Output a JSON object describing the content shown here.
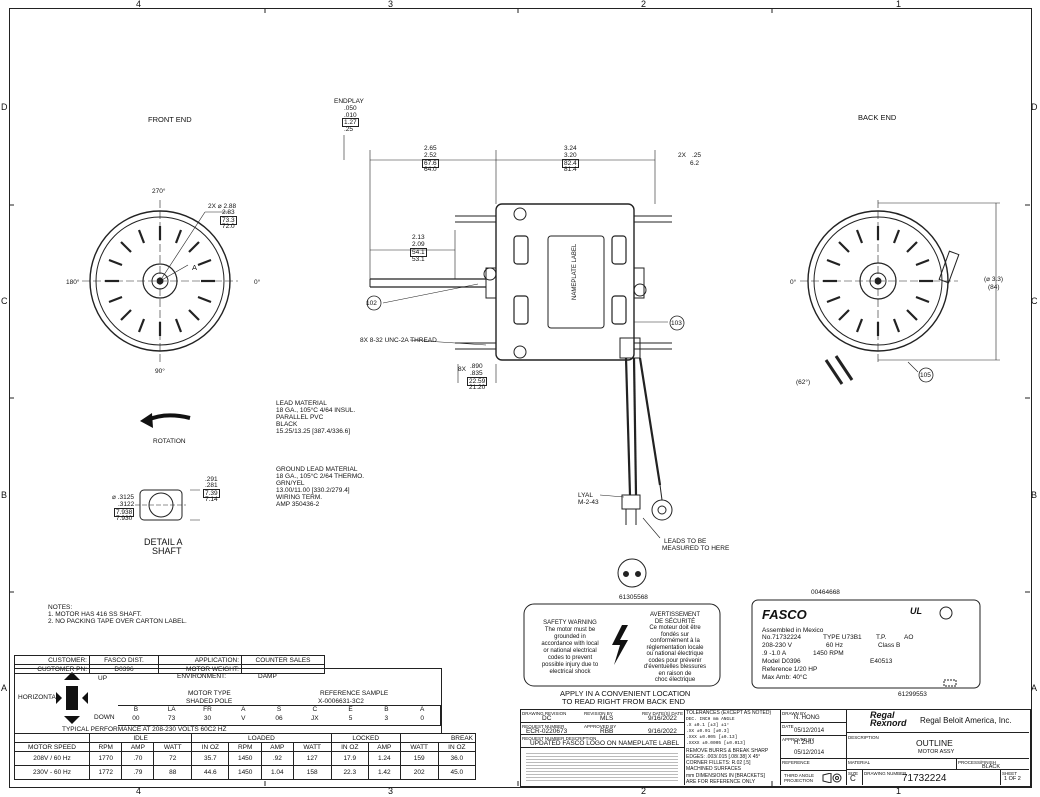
{
  "zones": {
    "top": [
      "4",
      "3",
      "2",
      "1"
    ],
    "bottom": [
      "4",
      "3",
      "2",
      "1"
    ],
    "left": [
      "D",
      "C",
      "B",
      "A"
    ],
    "right": [
      "D",
      "C",
      "B",
      "A"
    ]
  },
  "views": {
    "front": "FRONT END",
    "back": "BACK END"
  },
  "front_dims": {
    "d270": "270°",
    "d180": "180°",
    "d0": "0°",
    "d90": "90°",
    "dia_a": "2X ⌀ 2.88",
    "dia_b": "2.83",
    "dia_c": "73.3",
    "dia_d": "72.0",
    "label_a": "A"
  },
  "back_dims": {
    "d0": "0°",
    "dia_a": "(⌀ 3.3)",
    "dia_b": "(84)",
    "angle": "(62°)",
    "balloon": "105"
  },
  "side_dims": {
    "endplay": "ENDPLAY",
    "ep1": ".050",
    "ep2": ".010",
    "ep3": "1.27",
    "ep4": ".25",
    "l1a": "2.65",
    "l1b": "2.52",
    "l1c": "67.6",
    "l1d": "64.0",
    "l2a": "3.24",
    "l2b": "3.20",
    "l2c": "82.4",
    "l2d": "81.4",
    "l3a": "2X",
    "l3b": ".25",
    "l3c": "6.2",
    "l4a": "2.13",
    "l4b": "2.09",
    "l4c": "54.1",
    "l4d": "53.1",
    "thread": "8X 8-32 UNC-2A THREAD",
    "s1": "8X",
    "s2": ".890",
    "s3": ".835",
    "s4": "22.59",
    "s5": "21.20",
    "nameplate": "NAMEPLATE LABEL",
    "b102": "102",
    "b103": "103"
  },
  "rotation": "ROTATION",
  "lead": [
    "LEAD MATERIAL",
    "18 GA., 105°C 4/64 INSUL.",
    "PARALLEL PVC",
    "BLACK",
    "15.25/13.25 [387.4/336.6]"
  ],
  "ground": [
    "GROUND LEAD MATERIAL",
    "18 GA., 105°C 2/64 THERMO.",
    "GRN/YEL",
    "13.00/11.00 [330.2/279.4]",
    "WIRING TERM.",
    "AMP 350436-2"
  ],
  "shaft": {
    "d1": ".291",
    "d2": ".281",
    "d3": "7.39",
    "d4": "7.14",
    "d5": "⌀ .3125",
    "d6": ".3122",
    "d7": "7.938",
    "d8": "7.930",
    "title1": "DETAIL A",
    "title2": "SHAFT"
  },
  "leads": {
    "lyal": "LYAL",
    "m": "M-2-43",
    "measure1": "LEADS TO BE",
    "measure2": "MEASURED TO HERE",
    "pn": "61305568"
  },
  "notes": {
    "title": "NOTES:",
    "n1": "1.   MOTOR HAS 416 SS SHAFT.",
    "n2": "2.   NO PACKING TAPE OVER CARTON LABEL."
  },
  "safety": {
    "en": [
      "SAFETY WARNING",
      "The motor must be",
      "grounded in",
      "accordance with local",
      "or national electrical",
      "codes to prevent",
      "possible injury due to",
      "electrical shock"
    ],
    "fr": [
      "AVERTISSEMENT",
      "DE SÉCURITÉ",
      "Ce moteur doit être",
      "fondés sur",
      "conformément à la",
      "réglementation locale",
      "ou national électrique",
      "codes pour prévenir",
      "d'éventuelles blessures",
      "en raison de",
      "choc électrique"
    ],
    "apply1": "APPLY IN A CONVENIENT LOCATION",
    "apply2": "TO READ RIGHT FROM BACK END"
  },
  "nameplate_label": {
    "pn": "00464668",
    "brand": "FASCO",
    "lines": [
      "Assembled in Mexico",
      "No.71732224",
      "TYPE  U73B1",
      "208-230 V",
      "60 Hz",
      "Class B",
      ".9 -1.0 A",
      "1450 RPM",
      "Model D0396",
      "E40513",
      "Reference 1/20 HP",
      "Max Amb: 40°C"
    ],
    "tp": "T.P.",
    "ao": "AO",
    "ul": "UL",
    "pn2": "61299553"
  },
  "spec_table": {
    "customer_lbl": "CUSTOMER:",
    "customer": "FASCO DIST.",
    "custpn_lbl": "CUSTOMER PN:",
    "custpn": "D0396",
    "app_lbl": "APPLICATION:",
    "app": "COUNTER SALES",
    "weight_lbl": "MOTOR WEIGHT:",
    "weight": "",
    "env_lbl": "ENVIRONMENT:",
    "env": "DAMP",
    "motor_type_lbl": "MOTOR TYPE",
    "motor_type": "SHADED POLE",
    "ref_lbl": "REFERENCE SAMPLE",
    "ref": "X-0006631-3C2",
    "horizontal": "HORIZONTAL",
    "up": "UP",
    "down": "DOWN",
    "cols": [
      "B",
      "LA",
      "FR",
      "A",
      "S",
      "C",
      "E",
      "B",
      "A"
    ],
    "vals": [
      "00",
      "73",
      "30",
      "V",
      "06",
      "JX",
      "5",
      "3",
      "0"
    ],
    "perf": "TYPICAL PERFORMANCE AT 208-230 VOLTS 60C2  HZ",
    "groups": [
      "IDLE",
      "LOADED",
      "LOCKED",
      "BREAK"
    ],
    "headers": [
      "MOTOR SPEED",
      "RPM",
      "AMP",
      "WATT",
      "IN OZ",
      "RPM",
      "AMP",
      "WATT",
      "IN OZ",
      "AMP",
      "WATT",
      "IN OZ"
    ],
    "rows": [
      [
        "208V / 60 Hz",
        "1770",
        ".70",
        "72",
        "35.7",
        "1450",
        ".92",
        "127",
        "17.9",
        "1.24",
        "159",
        "36.0"
      ],
      [
        "230V - 60 Hz",
        "1772",
        ".79",
        "88",
        "44.6",
        "1450",
        "1.04",
        "158",
        "22.3",
        "1.42",
        "202",
        "45.0"
      ]
    ]
  },
  "title_block": {
    "drw_rev": "DRAWING REVISION",
    "drw_rev_v": "DC",
    "rev_by": "REVISION BY",
    "rev_by_v": "MLS",
    "rev_date": "REV DATE(S) DATE",
    "rev_date_v1": "9/16/2022",
    "rev_date_v2": "9/16/2022",
    "req_no": "REQUEST NUMBER",
    "req_no_v": "ECR-0220673",
    "appr_by": "APPROVED BY",
    "appr_by_v": "RBB",
    "desc_lbl": "REQUEST NUMBER DESCRIPTION",
    "desc_v": "UPDATED FASCO LOGO ON NAMEPLATE LABEL",
    "tol_title": "TOLERANCES (EXCEPT AS NOTED)",
    "tol": [
      "DEC.   INCH   mm   ANGLE",
      ".X      ±0.1    [±3]    ±1°",
      ".XX     ±0.01   [±0.3]",
      ".XXX    ±0.005  [±0.13]",
      ".XXXX   ±0.0005 [±0.013]"
    ],
    "burrs": "REMOVE BURRS & BREAK SHARP",
    "edges": "EDGES: .003/.015 [.08/.38] X 45°",
    "fillets": "CORNER FILLETS: R.02 [.5]",
    "machined": "MACHINED SURFACES",
    "dims": "mm DIMENSIONS IN [BRACKETS]",
    "ref_only": "ARE FOR REFERENCE ONLY",
    "drawn_lbl": "DRAWN BY",
    "drawn": "N. HONG",
    "date_lbl": "DATE",
    "date": "05/12/2014",
    "approved_lbl": "APPROVED BY",
    "approved": "H. ZHU",
    "date2": "05/12/2014",
    "reference_lbl": "REFERENCE",
    "projection": "THIRD ANGLE PROJECTION",
    "logo1": "Regal",
    "logo2": "Rexnord",
    "company": "Regal Beloit America, Inc.",
    "desc_t": "DESCRIPTION",
    "desc1": "OUTLINE",
    "desc2": "MOTOR ASSY",
    "material_lbl": "MATERIAL",
    "process_lbl": "PROCESS/FINISH",
    "process": "BLACK",
    "size_lbl": "SIZE",
    "size": "C",
    "dwg_lbl": "DRAWING NUMBER",
    "dwg": "71732224",
    "sheet_lbl": "SHEET",
    "sheet": "1 OF 2"
  }
}
